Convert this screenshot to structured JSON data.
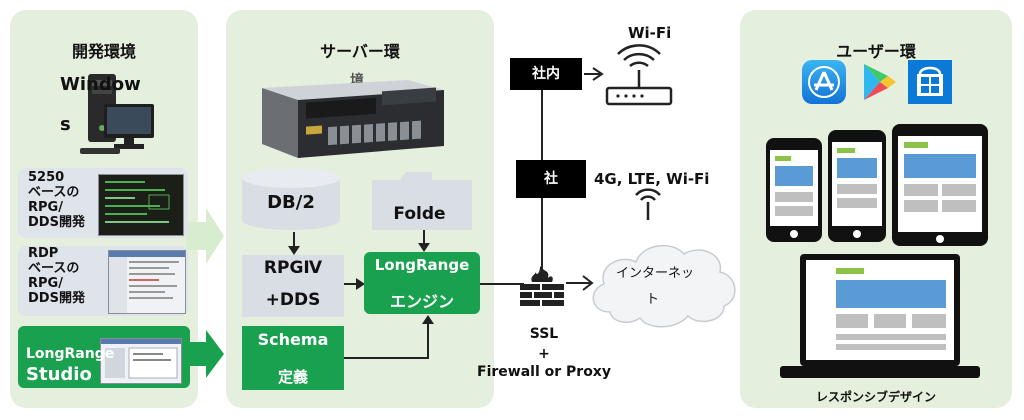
{
  "dev_env": {
    "title": "開発環境",
    "windows_line1": "Window",
    "windows_line2": "s",
    "card1": "5250\nベースの\nRPG/\nDDS開発",
    "card2": "RDP\nベースの\nRPG/\nDDS開発",
    "studio_line1": "LongRange",
    "studio_line2": "Studio"
  },
  "server_env": {
    "title": "サーバー環",
    "title_overlap": "境",
    "db": "DB/2",
    "folder": "Folde",
    "rpg_line1": "RPGⅣ",
    "rpg_line2": "+DDS",
    "engine_line1": "LongRange",
    "engine_line2": "エンジン",
    "schema_line1": "Schema",
    "schema_line2": "定義"
  },
  "network": {
    "internal": "社内",
    "wifi_top": "Wi-Fi",
    "external": "社",
    "external_wifi": "4G, LTE, Wi-Fi",
    "internet_line1": "インターネッ",
    "internet_line2": "ト",
    "security_line1": "SSL",
    "security_line2": "+",
    "security_line3": "Firewall or Proxy"
  },
  "user_env": {
    "title": "ユーザー環",
    "caption": "レスポンシブデザイン",
    "store_icons": [
      "app-store-icon",
      "google-play-icon",
      "windows-store-icon"
    ]
  },
  "colors": {
    "panel": "#e5efdd",
    "accent_green": "#1aa14f",
    "arrow_green": "#d8ecd0",
    "mock_blue": "#5b9bd5",
    "mock_green": "#8bc34a"
  }
}
